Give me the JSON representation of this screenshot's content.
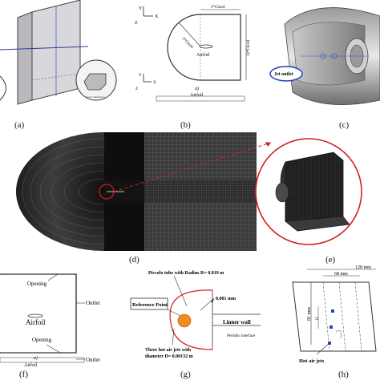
{
  "captions": {
    "a": "(a)",
    "b": "(b)",
    "c": "(c)",
    "d": "(d)",
    "e": "(e)",
    "f": "(f)",
    "g": "(g)",
    "h": "(h)"
  },
  "panel_a": {
    "inset_label": "Inner dimension"
  },
  "panel_b": {
    "axis_y": "Y",
    "axis_x": "X",
    "axis_z": "Z",
    "chord_label": "3*Chord",
    "chord5_label": "5*Chord",
    "height_label": "10*Chord",
    "airfoil": "Airfoil",
    "sub_a": "a)",
    "airfoil_bottom": "Airfoil"
  },
  "panel_c": {
    "jet_outlet": "Jet outlet"
  },
  "panel_f": {
    "opening_top": "Opening",
    "opening_bottom": "Opening",
    "airfoil": "Airfoil",
    "outlet_mid": "Outlet",
    "sub_a": "a)",
    "airfoil_bottom": "Airfoil",
    "outlet_bottom": "Outlet"
  },
  "panel_g": {
    "piccolo": "Piccolo tube with Radius R= 0.019 m",
    "reference": "Reference Point",
    "dimension": "0.001 mm",
    "liner": "Linner wall",
    "periodic": "Periodic interface",
    "jets_line1": "Three hot air jets with",
    "jets_line2": "diameter D= 0.00132 m"
  },
  "panel_h": {
    "dim_128": "128 mm",
    "dim_68": "68 mm",
    "dim_15": "15",
    "dim_81": "81 mm",
    "hot_air": "Hot air jets"
  },
  "colors": {
    "mesh_dark": "#1b1b1b",
    "red_annotation": "#d41f1f",
    "blue_circle": "#1f3fbf",
    "orange_point": "#f08c1e",
    "jet_blue": "#2244cc"
  }
}
